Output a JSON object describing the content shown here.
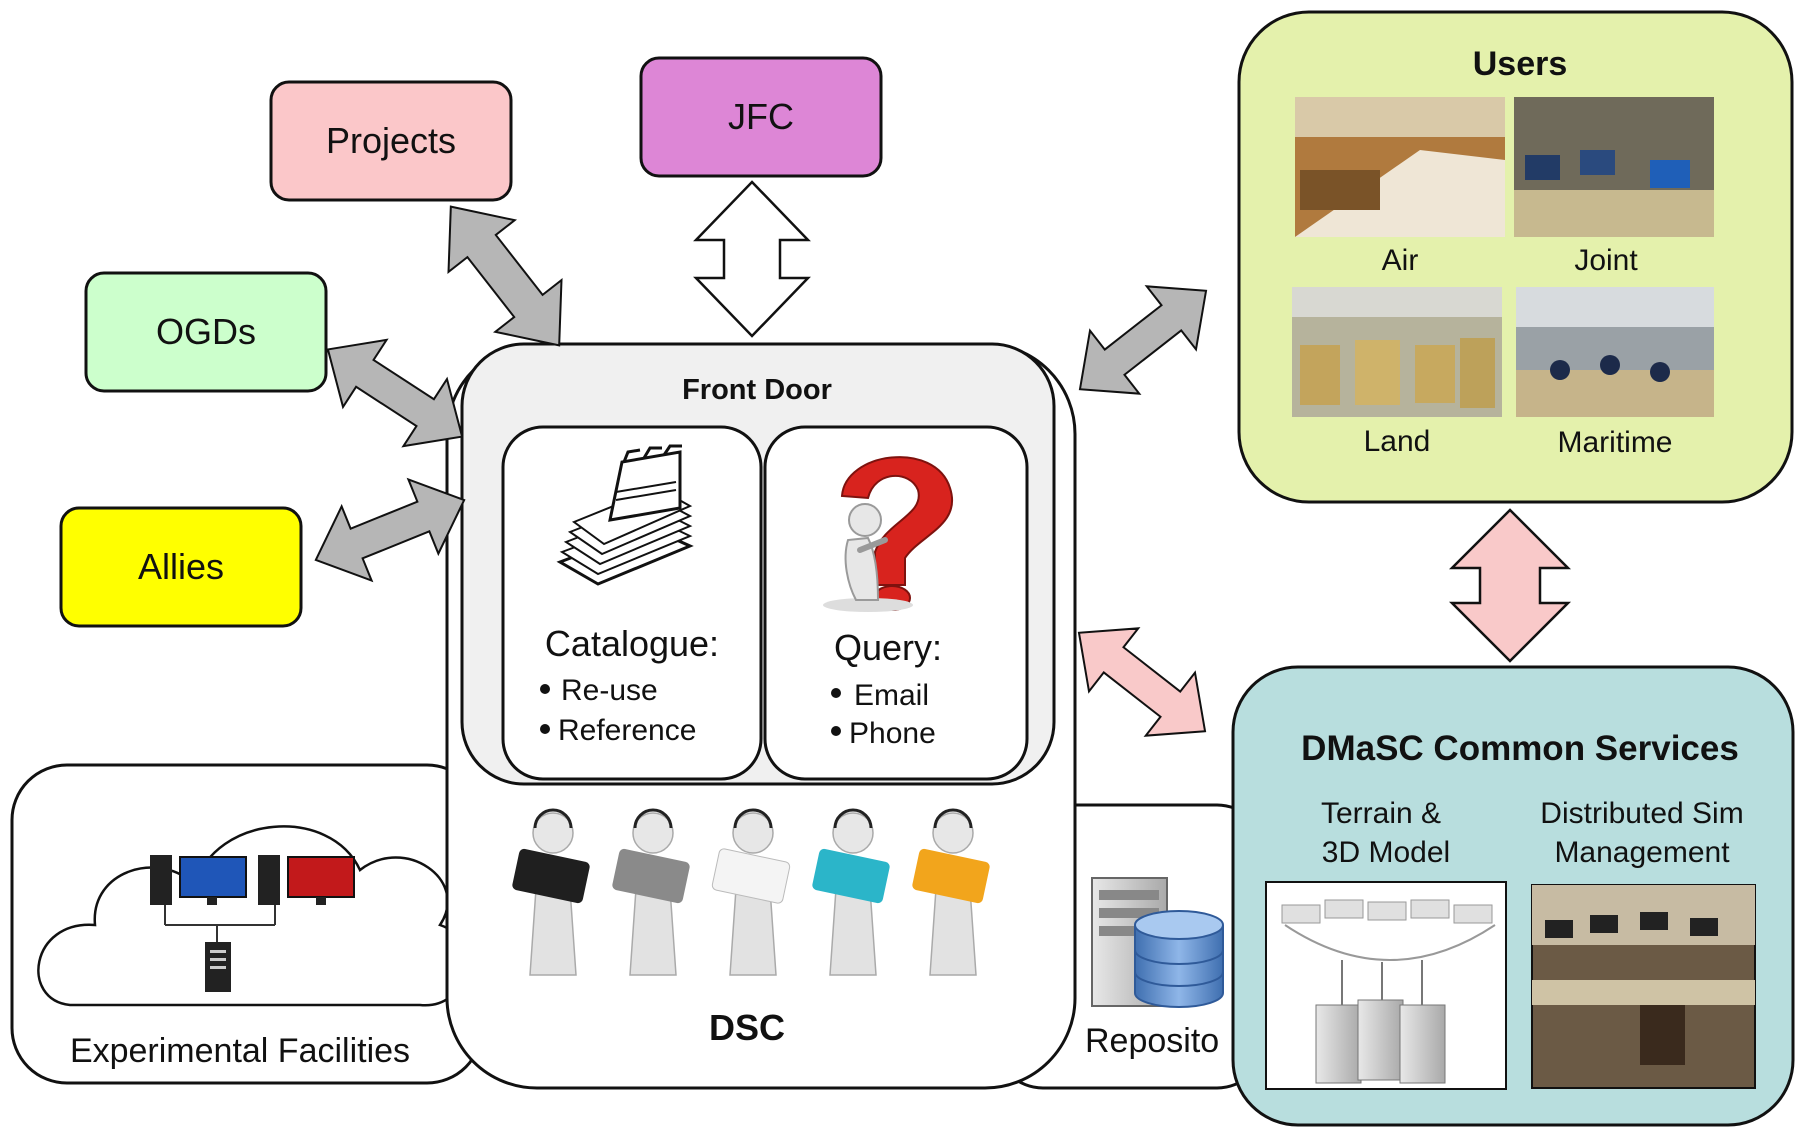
{
  "stakeholders": {
    "projects": "Projects",
    "jfc": "JFC",
    "ogds": "OGDs",
    "allies": "Allies"
  },
  "users": {
    "title": "Users",
    "photos": [
      "Air",
      "Joint",
      "Land",
      "Maritime"
    ]
  },
  "front_door": {
    "title": "Front Door",
    "catalogue": {
      "heading": "Catalogue:",
      "items": [
        "Re-use",
        "Reference"
      ]
    },
    "query": {
      "heading": "Query:",
      "items": [
        "Email",
        "Phone"
      ]
    }
  },
  "dsc": {
    "label": "DSC"
  },
  "experimental": {
    "label": "Experimental Facilities"
  },
  "repository": {
    "label": "Reposito"
  },
  "common_services": {
    "title": "DMaSC Common Services",
    "col1": [
      "Terrain &",
      "3D Model"
    ],
    "col2": [
      "Distributed Sim",
      "Management"
    ]
  },
  "colors": {
    "projects_fill": "#fbc7c9",
    "jfc_fill": "#dd86d6",
    "ogds_fill": "#ccffcc",
    "allies_fill": "#ffff00",
    "users_fill": "#e4f1ac",
    "services_fill": "#b8dede",
    "grey_arrow": "#b6b6b6",
    "pink_arrow": "#f9c9c9"
  }
}
